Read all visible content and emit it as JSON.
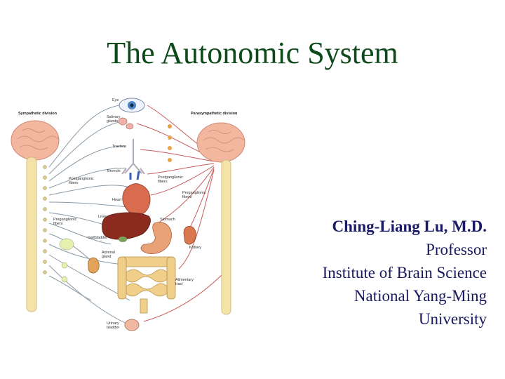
{
  "slide": {
    "title": "The Autonomic System",
    "author": {
      "name": "Ching-Liang Lu, M.D.",
      "position": "Professor",
      "institute": "Institute of Brain Science",
      "university_line1": "National Yang-Ming",
      "university_line2": "University"
    }
  },
  "diagram": {
    "left_heading": "Sympathetic division",
    "right_heading": "Parasympathetic division",
    "labels": {
      "eye": "Eye",
      "salivary": "Salivary",
      "glands": "glands",
      "trachea": "Trachea",
      "bronchi": "Bronchi",
      "heart": "Heart",
      "liver": "Liver",
      "stomach": "Stomach",
      "gallbladder": "Gallbladder",
      "adrenal": "Adrenal",
      "gland": "gland",
      "kidney": "Kidney",
      "alimentary": "Alimentary",
      "tract": "tract",
      "urinary": "Urinary",
      "bladder": "bladder",
      "postganglionic_left": "Postganglionic",
      "fibers_left": "fibers",
      "preganglionic": "Preganglionic",
      "fibers_pre": "fibers",
      "postganglionic_right": "Postganglionic",
      "fibers_right": "fibers",
      "preganglionic_right": "Preganglionic",
      "fibers_pre_right": "fibers"
    }
  },
  "colors": {
    "title": "#0d4a1a",
    "author_text": "#1a1a5e",
    "brain": "#f2b79e",
    "spine": "#f3e3a8",
    "sympathetic_nerve": "#8a9aa6",
    "parasympathetic_nerve": "#c85a5a",
    "liver": "#8b2a1e",
    "stomach": "#e9a276",
    "intestine": "#f0cf8a"
  }
}
